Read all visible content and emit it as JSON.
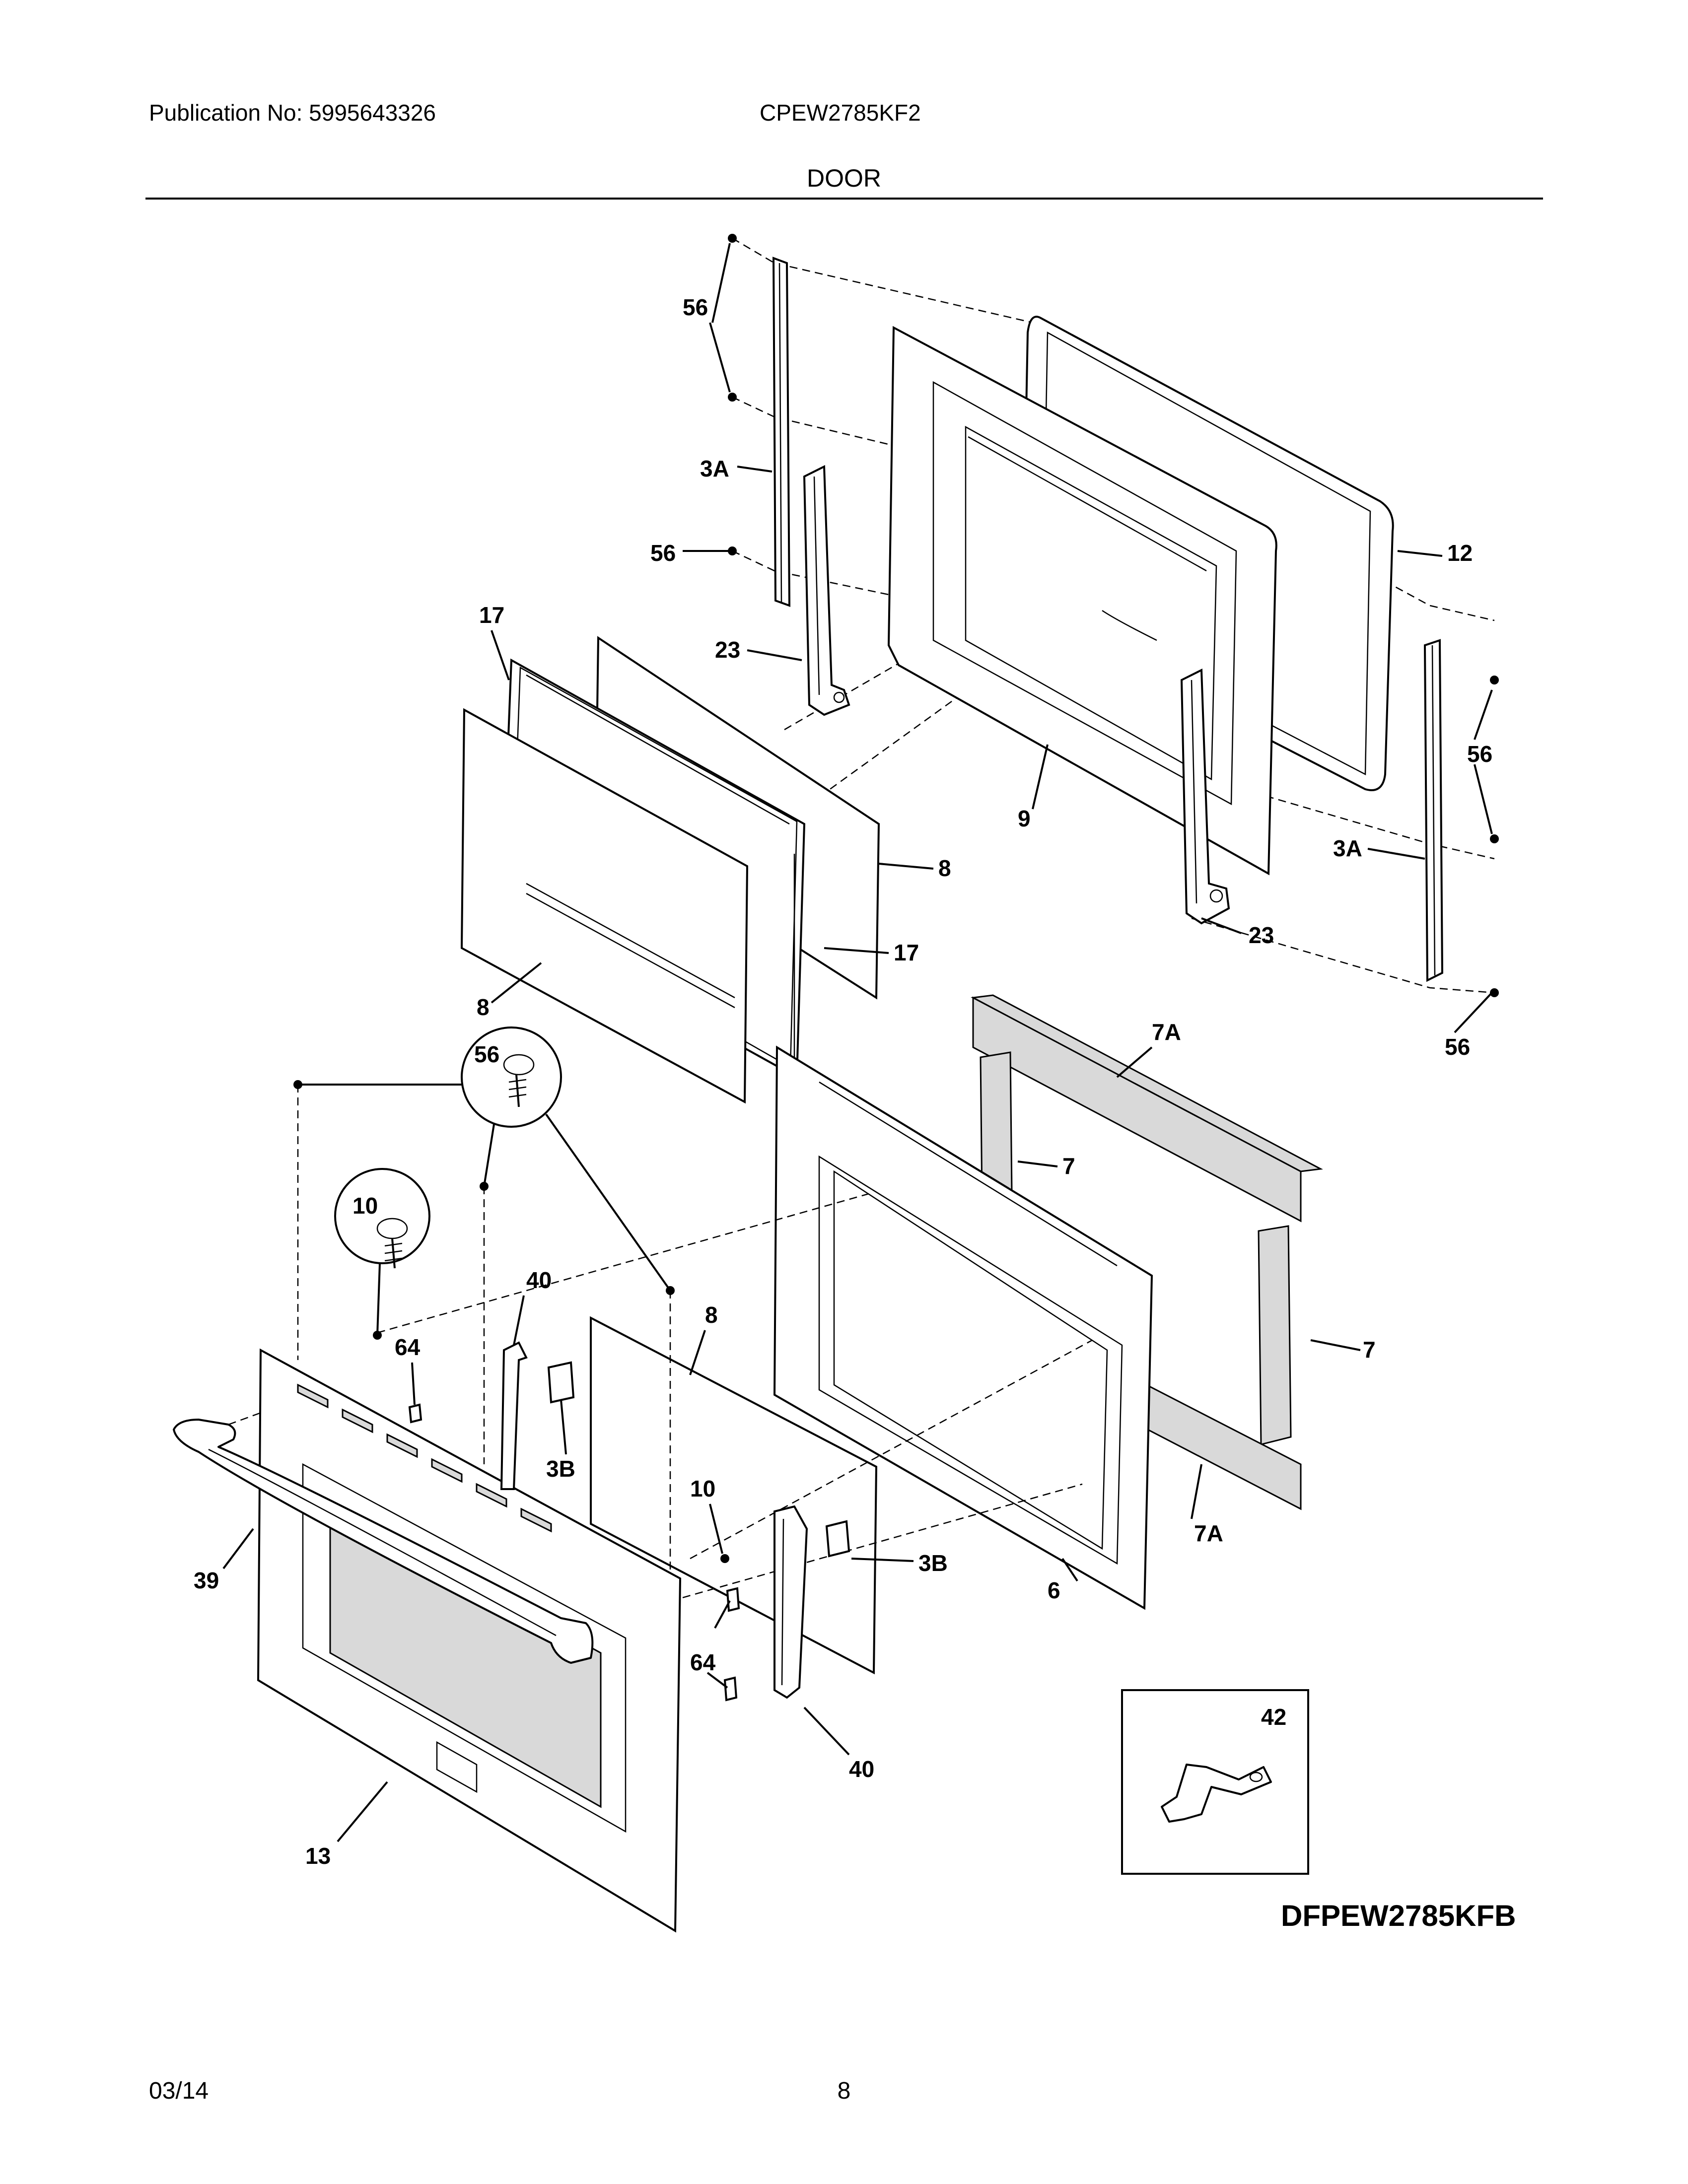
{
  "header": {
    "publication": "Publication No: 5995643326",
    "model": "CPEW2785KF2",
    "section": "DOOR"
  },
  "footer": {
    "date": "03/14",
    "page": "8"
  },
  "diagram": {
    "code": "DFPEW2785KFB",
    "callouts": {
      "c56_a": "56",
      "c3a_a": "3A",
      "c56_b": "56",
      "c23_a": "23",
      "c17_a": "17",
      "c12": "12",
      "c56_c": "56",
      "c9": "9",
      "c3a_b": "3A",
      "c8_a": "8",
      "c23_b": "23",
      "c17_b": "17",
      "c8_b": "8",
      "c7a_a": "7A",
      "c56_d": "56",
      "c56_e": "56",
      "c10_a": "10",
      "c7_a": "7",
      "c40_a": "40",
      "c8_c": "8",
      "c64_a": "64",
      "c7_b": "7",
      "c3b_a": "3B",
      "c10_b": "10",
      "c39": "39",
      "c3b_b": "3B",
      "c7a_b": "7A",
      "c6": "6",
      "c64_b": "64",
      "c40_b": "40",
      "c42": "42",
      "c13": "13"
    }
  }
}
